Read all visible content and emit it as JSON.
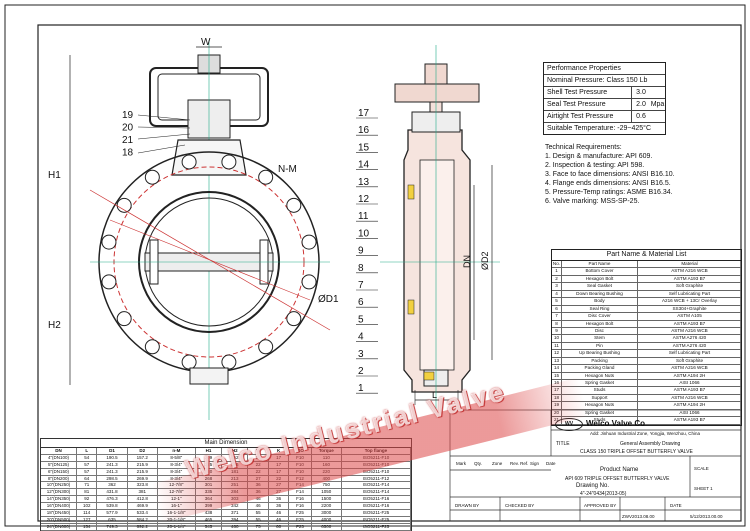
{
  "performance": {
    "title": "Performance Properties",
    "nominal_pressure": "Nominal Pressure: Class 150 Lb",
    "rows": [
      {
        "label": "Shell Test Pressure",
        "value": "3.0"
      },
      {
        "label": "Seal Test Pressure",
        "value": "2.0",
        "unit": "Mpa"
      },
      {
        "label": "Airtight Test Pressure",
        "value": "0.6"
      }
    ],
    "temperature": "Suitable Temperature: -29~425°C"
  },
  "technical": {
    "title": "Technical Requirements:",
    "items": [
      "1. Design & manufacture: API 609.",
      "2. Inspection & testing: API 598.",
      "3. Face to face dimensions: ANSI B16.10.",
      "4. Flange ends dimensions: ANSI B16.5.",
      "5. Pressure-Temp ratings: ASME B16.34.",
      "6. Valve marking: MSS-SP-25."
    ]
  },
  "parts": {
    "title": "Part Name & Material List",
    "header": [
      "No.",
      "Part Name",
      "Material"
    ],
    "rows": [
      [
        "1",
        "Bottom Cover",
        "ASTM A216 WCB"
      ],
      [
        "2",
        "Hexagon Bolt",
        "ASTM A193 B7"
      ],
      [
        "3",
        "Seal Gasket",
        "Soft Graphite"
      ],
      [
        "4",
        "Down Bearing Bushing",
        "Self Lubricating Part"
      ],
      [
        "5",
        "Body",
        "A216 WCB + 13Cr Overlay"
      ],
      [
        "6",
        "Seal Ring",
        "SS304+Graphite"
      ],
      [
        "7",
        "Disc Cover",
        "ASTM A105"
      ],
      [
        "8",
        "Hexagon Bolt",
        "ASTM A193 B7"
      ],
      [
        "9",
        "Disc",
        "ASTM A216 WCB"
      ],
      [
        "10",
        "Stem",
        "ASTM A276 420"
      ],
      [
        "11",
        "Pin",
        "ASTM A276 420"
      ],
      [
        "12",
        "Up Bearing Bushing",
        "Self Lubricating Part"
      ],
      [
        "13",
        "Packing",
        "Soft Graphite"
      ],
      [
        "14",
        "Packing Gland",
        "ASTM A216 WCB"
      ],
      [
        "15",
        "Hexagon Nuts",
        "ASTM A194 2H"
      ],
      [
        "16",
        "Spring Gasket",
        "AISI 1066"
      ],
      [
        "17",
        "Studs",
        "ASTM A193 B7"
      ],
      [
        "18",
        "Support",
        "ASTM A216 WCB"
      ],
      [
        "19",
        "Hexagon Nuts",
        "ASTM A194 2H"
      ],
      [
        "20",
        "Spring Gasket",
        "AISI 1066"
      ],
      [
        "21",
        "Studs",
        "ASTM A193 B7"
      ]
    ]
  },
  "dimension_table": {
    "title": "Main Dimension",
    "header": [
      "DN",
      "L",
      "D1",
      "D2",
      "n-M",
      "H1",
      "H2",
      "W",
      "K",
      "ISO",
      "Torque",
      "Top flange"
    ],
    "rows": [
      [
        "4\"(DN100)",
        "54",
        "190.5",
        "157.2",
        "8-5/8\"",
        "209",
        "152",
        "22",
        "17",
        "F10",
        "110",
        "ISO5211-F10"
      ],
      [
        "5\"(DN125)",
        "57",
        "241.3",
        "215.9",
        "8-3/4\"",
        "225",
        "166",
        "22",
        "17",
        "F10",
        "160",
        "ISO5211-F10"
      ],
      [
        "6\"(DN150)",
        "57",
        "241.3",
        "215.9",
        "8-3/4\"",
        "240",
        "181",
        "22",
        "17",
        "F10",
        "220",
        "ISO5211-F10"
      ],
      [
        "8\"(DN200)",
        "64",
        "298.5",
        "269.9",
        "8-3/4\"",
        "268",
        "213",
        "27",
        "22",
        "F12",
        "400",
        "ISO5211-F12"
      ],
      [
        "10\"(DN250)",
        "71",
        "362",
        "323.8",
        "12-7/8\"",
        "301",
        "251",
        "36",
        "27",
        "F14",
        "750",
        "ISO5211-F14"
      ],
      [
        "12\"(DN300)",
        "81",
        "431.8",
        "381",
        "12-7/8\"",
        "335",
        "284",
        "36",
        "27",
        "F14",
        "1050",
        "ISO5211-F14"
      ],
      [
        "14\"(DN350)",
        "92",
        "476.3",
        "412.8",
        "12-1\"",
        "364",
        "303",
        "46",
        "36",
        "F16",
        "1500",
        "ISO5211-F16"
      ],
      [
        "16\"(DN400)",
        "102",
        "539.8",
        "469.9",
        "16-1\"",
        "399",
        "342",
        "46",
        "36",
        "F16",
        "2200",
        "ISO5211-F16"
      ],
      [
        "18\"(DN450)",
        "114",
        "577.9",
        "533.4",
        "16-1-1/8\"",
        "438",
        "371",
        "55",
        "46",
        "F25",
        "3000",
        "ISO5211-F25"
      ],
      [
        "20\"(DN500)",
        "127",
        "635",
        "584.2",
        "20-1-1/8\"",
        "465",
        "394",
        "55",
        "46",
        "F25",
        "4000",
        "ISO5211-F25"
      ],
      [
        "24\"(DN600)",
        "154",
        "749.3",
        "692.2",
        "20-1-1/4\"",
        "545",
        "460",
        "75",
        "60",
        "F25",
        "6500",
        "ISO5211-F25"
      ]
    ]
  },
  "title_block": {
    "company": "Welco Valve Co",
    "address": "Add: Jinhuan Industrial Zone, Yongjia, Wenzhou, China",
    "title_label": "TITLE",
    "general_drawing": "General Assembly Drawing",
    "description": "CLASS 150 TRIPLE OFFSET BUTTERFLY VALVE",
    "product_name_label": "Product Name",
    "product_name": "API 609 TRIPLE OFFSET BUTTERFLY VALVE",
    "drawing_no_label": "Drawing No.",
    "drawing_no": "4\"-24\"0434(2013-05)",
    "rev_labels": [
      "Mark",
      "Qty.",
      "Zone",
      "Rev. Ref.",
      "Sign",
      "Date"
    ],
    "approval_labels": [
      "DRAWN BY",
      "CHECKED BY",
      "APPROVED BY",
      "DATE"
    ],
    "approval_values": [
      "ZWV2013.08.00",
      "5/12/2013.00.00"
    ],
    "sheet": "SHEET 1",
    "scale": "SCALE"
  },
  "labels": {
    "W": "W",
    "H1": "H1",
    "H2": "H2",
    "NM": "N-M",
    "D1": "ØD1",
    "DN": "DN",
    "D2": "ØD2",
    "L": "L",
    "front_callouts": [
      "19",
      "20",
      "21",
      "18"
    ],
    "side_callouts": [
      "17",
      "16",
      "15",
      "14",
      "13",
      "12",
      "11",
      "10",
      "9",
      "8",
      "7",
      "6",
      "5",
      "4",
      "3",
      "2",
      "1"
    ]
  },
  "watermark": "Welco Industrial Valve"
}
